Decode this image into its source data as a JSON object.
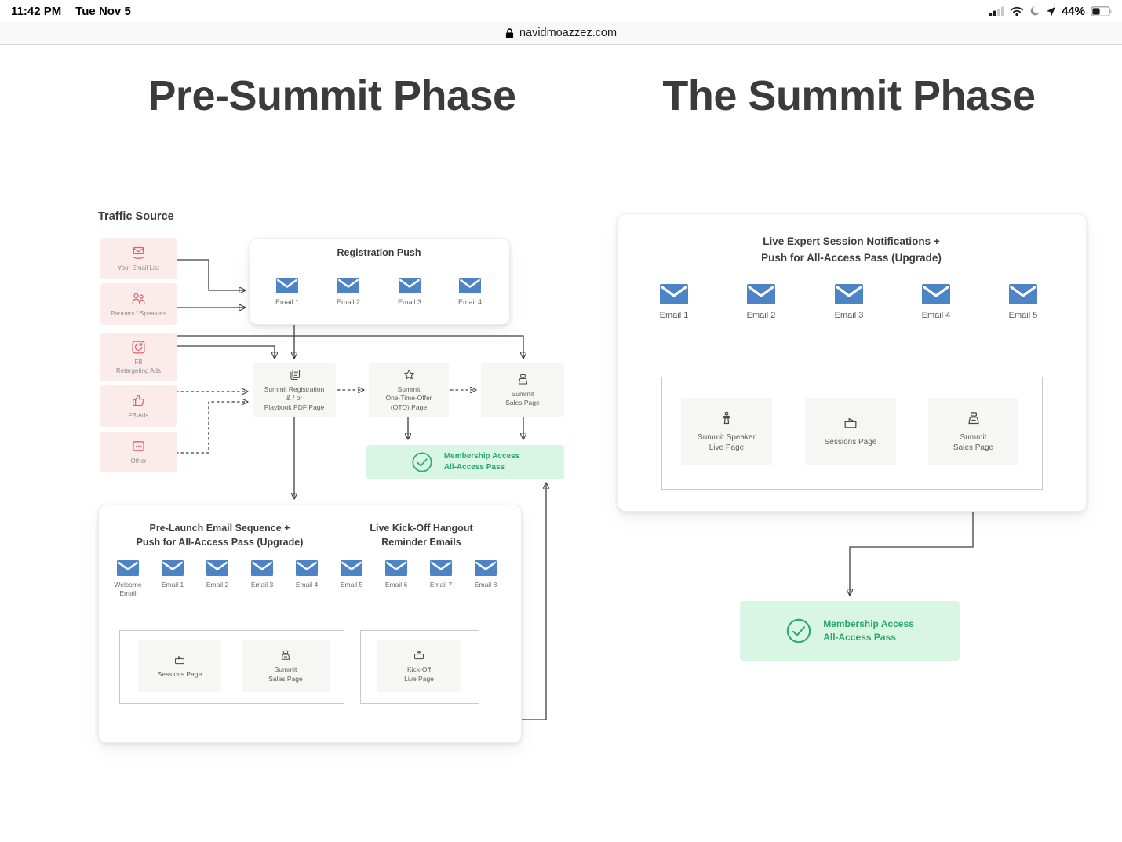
{
  "status_bar": {
    "time": "11:42 PM",
    "date": "Tue Nov 5",
    "battery": "44%"
  },
  "url_bar": {
    "domain": "navidmoazzez.com"
  },
  "titles": {
    "left": "Pre-Summit Phase",
    "right": "The Summit Phase"
  },
  "colors": {
    "envelope_blue": "#4d84c6",
    "traffic_red": "#e4606d",
    "traffic_pink_bg": "#fcebeb",
    "green_bg": "#d9f6e5",
    "green_text": "#27a869",
    "line": "#3f3f3f"
  },
  "pre_summit": {
    "traffic_source_label": "Traffic Source",
    "traffic_sources": [
      {
        "label": "Your Email List"
      },
      {
        "label": "Partners / Speakers"
      },
      {
        "label": "FB\nRetargeting Ads"
      },
      {
        "label": "FB Ads"
      },
      {
        "label": "Other"
      }
    ],
    "registration_push": {
      "title": "Registration Push",
      "emails": [
        "Email 1",
        "Email 2",
        "Email 3",
        "Email 4"
      ]
    },
    "funnel_pages": [
      {
        "label": "Summit Registration\n& / or\nPlaybook PDF Page"
      },
      {
        "label": "Summit\nOne-Time-Offer\n(OTO) Page"
      },
      {
        "label": "Summit\nSales Page"
      }
    ],
    "membership": {
      "label": "Membership Access\nAll-Access Pass"
    },
    "prelaunch": {
      "title": "Pre-Launch Email Sequence +\nPush for All-Access Pass (Upgrade)",
      "kickoff_title": "Live Kick-Off Hangout\nReminder Emails",
      "emails": [
        "Welcome\nEmail",
        "Email 1",
        "Email 2",
        "Email 3",
        "Email 4",
        "Email 5",
        "Email 6",
        "Email 7",
        "Email 8"
      ],
      "pages_left": [
        {
          "label": "Sessions Page"
        },
        {
          "label": "Summit\nSales Page"
        }
      ],
      "pages_right": [
        {
          "label": "Kick-Off\nLive Page"
        }
      ]
    }
  },
  "summit": {
    "card_title": "Live Expert Session Notifications +\nPush for All-Access Pass (Upgrade)",
    "emails": [
      "Email 1",
      "Email 2",
      "Email 3",
      "Email 4",
      "Email 5"
    ],
    "pages": [
      {
        "label": "Summit Speaker\nLive Page"
      },
      {
        "label": "Sessions Page"
      },
      {
        "label": "Summit\nSales Page"
      }
    ],
    "membership": {
      "label": "Membership Access\nAll-Access Pass"
    }
  }
}
